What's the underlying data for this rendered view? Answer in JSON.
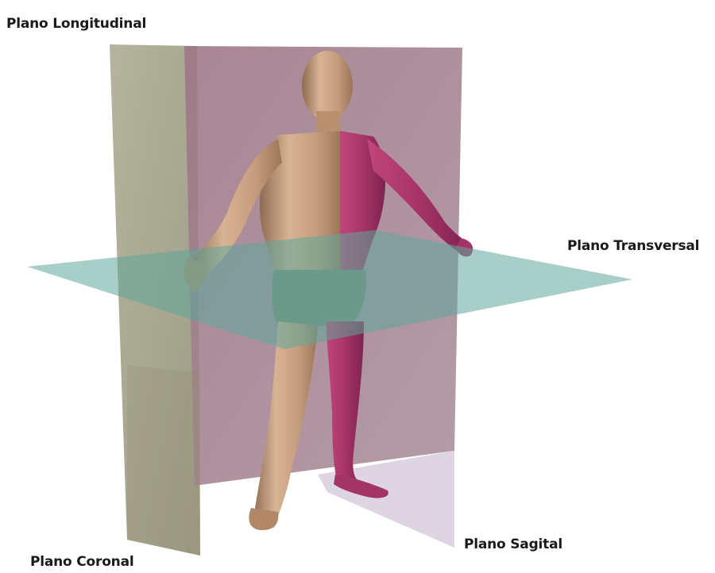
{
  "diagram": {
    "labels": {
      "longitudinal": "Plano Longitudinal",
      "transversal": "Plano Transversal",
      "sagital": "Plano Sagital",
      "coronal": "Plano Coronal"
    },
    "colors": {
      "coronal_plane": "#8e8c6f",
      "sagittal_plane": "#8a5f6f",
      "sagittal_lower": "#d8cfe0",
      "transversal_plane": "#6bb3a8",
      "body_skin": "#c9a07f",
      "body_highlight": "#b4335e",
      "label_text": "#1a1a1a"
    }
  }
}
